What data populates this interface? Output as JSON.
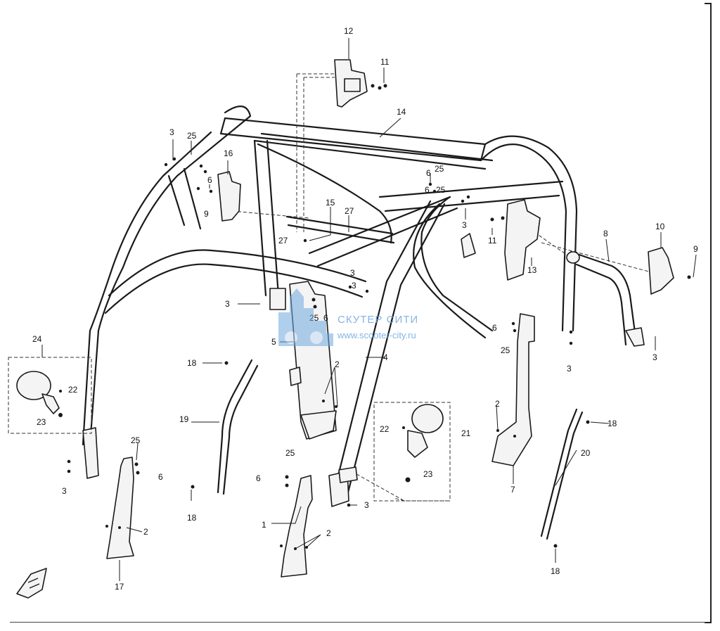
{
  "diagram": {
    "type": "exploded-parts-diagram",
    "callouts": [
      {
        "id": "c12",
        "text": "12"
      },
      {
        "id": "c11a",
        "text": "11"
      },
      {
        "id": "c14",
        "text": "14"
      },
      {
        "id": "c3a",
        "text": "3"
      },
      {
        "id": "c25a",
        "text": "25"
      },
      {
        "id": "c16",
        "text": "16"
      },
      {
        "id": "c6a",
        "text": "6"
      },
      {
        "id": "c9a",
        "text": "9"
      },
      {
        "id": "c6b",
        "text": "6"
      },
      {
        "id": "c25b",
        "text": "25"
      },
      {
        "id": "c15",
        "text": "15"
      },
      {
        "id": "c27a",
        "text": "27"
      },
      {
        "id": "c27b",
        "text": "27"
      },
      {
        "id": "c3b",
        "text": "3"
      },
      {
        "id": "c11b",
        "text": "11"
      },
      {
        "id": "c13",
        "text": "13"
      },
      {
        "id": "c8",
        "text": "8"
      },
      {
        "id": "c10",
        "text": "10"
      },
      {
        "id": "c9b",
        "text": "9"
      },
      {
        "id": "c3c",
        "text": "3"
      },
      {
        "id": "c3d",
        "text": "3"
      },
      {
        "id": "c25c",
        "text": "25"
      },
      {
        "id": "c6c",
        "text": "6"
      },
      {
        "id": "c5",
        "text": "5"
      },
      {
        "id": "c6d",
        "text": "6"
      },
      {
        "id": "c25d",
        "text": "25"
      },
      {
        "id": "c3e",
        "text": "3"
      },
      {
        "id": "c3f",
        "text": "3"
      },
      {
        "id": "c4",
        "text": "4"
      },
      {
        "id": "c24",
        "text": "24"
      },
      {
        "id": "c22a",
        "text": "22"
      },
      {
        "id": "c23a",
        "text": "23"
      },
      {
        "id": "c18a",
        "text": "18"
      },
      {
        "id": "c2a",
        "text": "2"
      },
      {
        "id": "c19",
        "text": "19"
      },
      {
        "id": "c18b",
        "text": "18"
      },
      {
        "id": "c25e",
        "text": "25"
      },
      {
        "id": "c6e",
        "text": "6"
      },
      {
        "id": "c3g",
        "text": "3"
      },
      {
        "id": "c2b",
        "text": "2"
      },
      {
        "id": "c17",
        "text": "17"
      },
      {
        "id": "c25f",
        "text": "25"
      },
      {
        "id": "c6f",
        "text": "6"
      },
      {
        "id": "c1",
        "text": "1"
      },
      {
        "id": "c2c",
        "text": "2"
      },
      {
        "id": "c3h",
        "text": "3"
      },
      {
        "id": "c22b",
        "text": "22"
      },
      {
        "id": "c21",
        "text": "21"
      },
      {
        "id": "c23b",
        "text": "23"
      },
      {
        "id": "c2d",
        "text": "2"
      },
      {
        "id": "c7",
        "text": "7"
      },
      {
        "id": "c18c",
        "text": "18"
      },
      {
        "id": "c20",
        "text": "20"
      },
      {
        "id": "c18d",
        "text": "18"
      },
      {
        "id": "c6g",
        "text": "6"
      },
      {
        "id": "c25g",
        "text": "25"
      },
      {
        "id": "c3i",
        "text": "3"
      }
    ]
  },
  "watermark": {
    "brand": "СКУТЕР СИТИ",
    "url": "www.scooter-city.ru",
    "color": "#6fa9e0"
  },
  "icons": {
    "orientation": "front-arrow-icon"
  }
}
